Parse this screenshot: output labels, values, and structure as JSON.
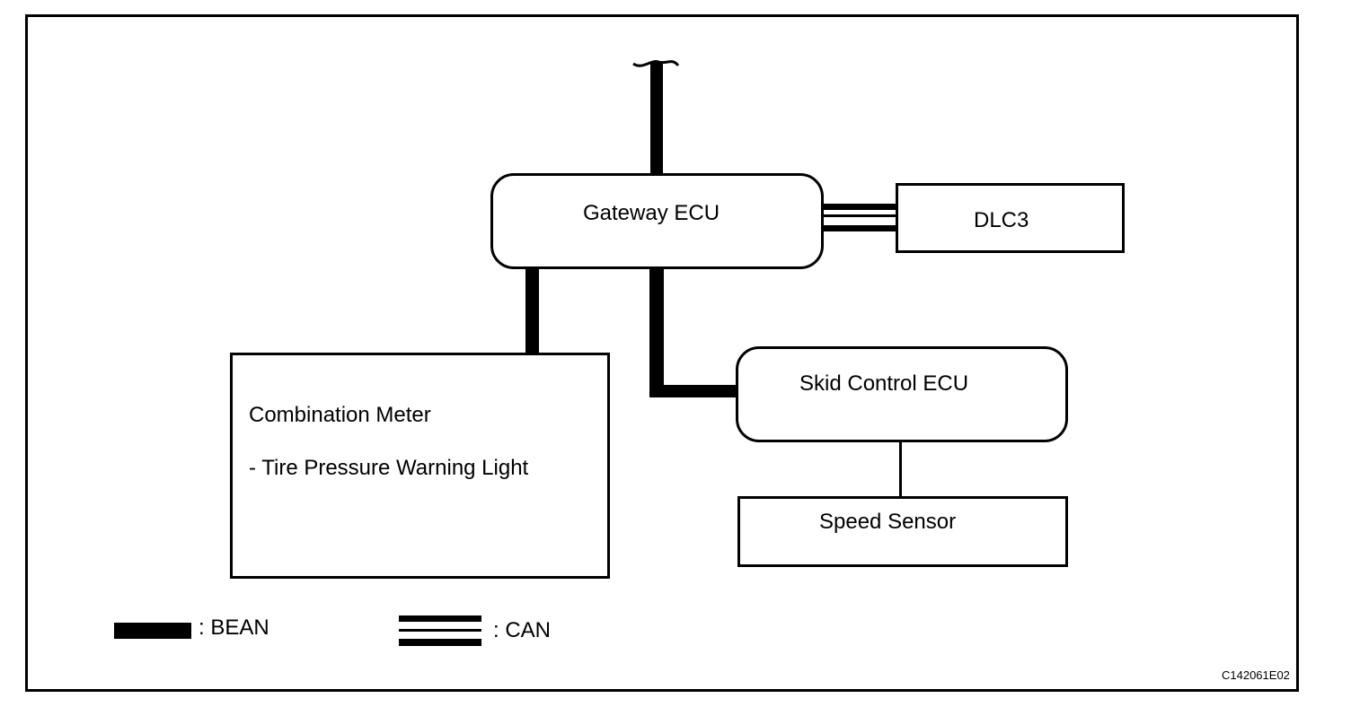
{
  "diagram": {
    "nodes": {
      "gateway_ecu": {
        "label": "Gateway ECU"
      },
      "dlc3": {
        "label": "DLC3"
      },
      "combination_meter": {
        "label": "Combination Meter",
        "sublabel": "- Tire Pressure Warning Light"
      },
      "skid_control_ecu": {
        "label": "Skid Control ECU"
      },
      "speed_sensor": {
        "label": "Speed Sensor"
      }
    },
    "connections": [
      {
        "from": "external",
        "to": "gateway_ecu",
        "type": "BEAN"
      },
      {
        "from": "gateway_ecu",
        "to": "dlc3",
        "type": "CAN"
      },
      {
        "from": "gateway_ecu",
        "to": "combination_meter",
        "type": "BEAN"
      },
      {
        "from": "gateway_ecu",
        "to": "skid_control_ecu",
        "type": "BEAN"
      },
      {
        "from": "skid_control_ecu",
        "to": "speed_sensor",
        "type": "wire"
      }
    ],
    "legend": {
      "bean": ": BEAN",
      "can": ": CAN"
    },
    "figure_code": "C142061E02"
  }
}
